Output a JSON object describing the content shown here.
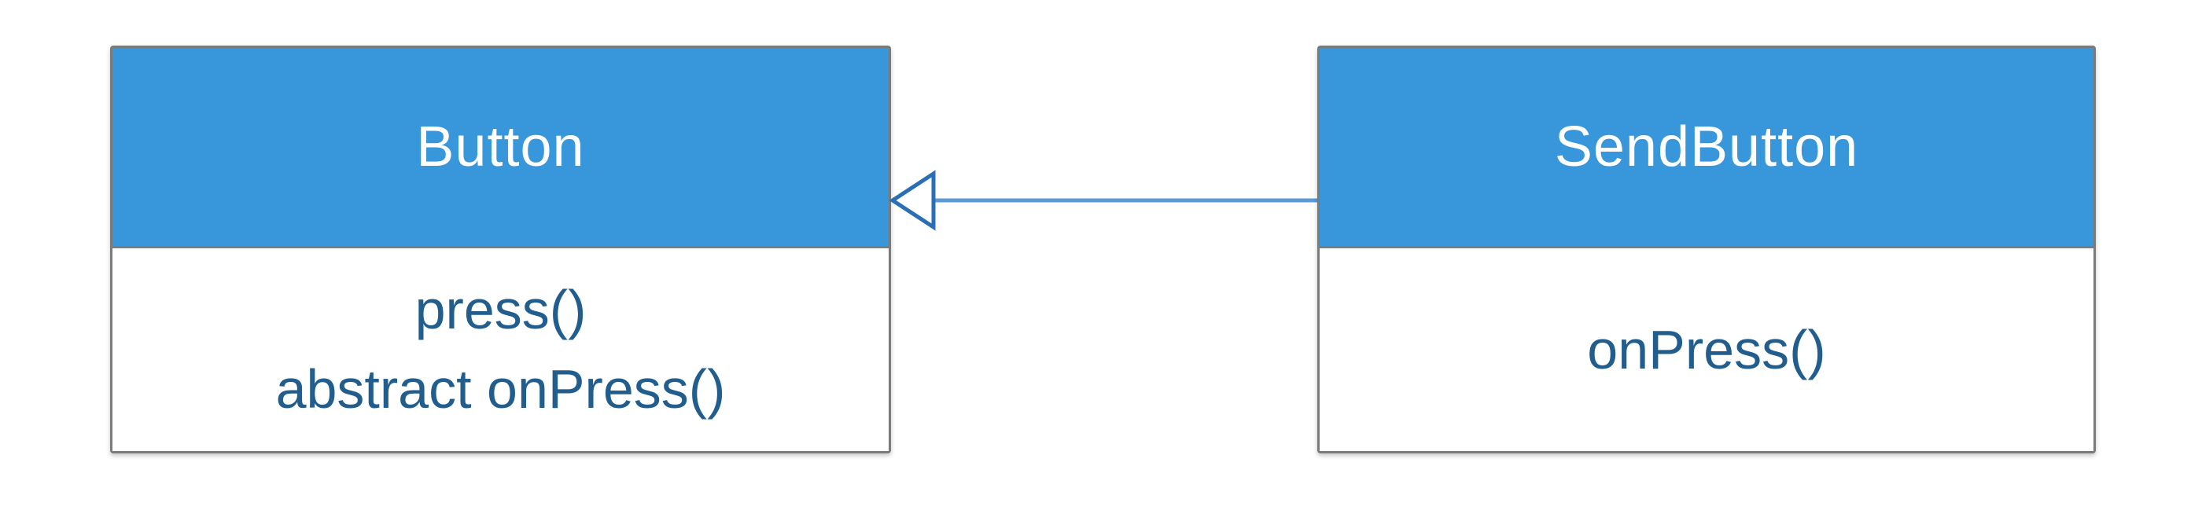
{
  "diagram": {
    "type": "uml-class-diagram",
    "classes": [
      {
        "name": "Button",
        "methods": [
          "press()",
          "abstract onPress()"
        ]
      },
      {
        "name": "SendButton",
        "methods": [
          "onPress()"
        ]
      }
    ],
    "relationship": {
      "type": "inheritance",
      "from": "SendButton",
      "to": "Button",
      "arrowhead": "hollow-triangle"
    },
    "colors": {
      "header_fill": "#3797da",
      "header_text": "#ffffff",
      "method_text": "#215e8d",
      "box_border": "#7b7b7b",
      "body_fill": "#ffffff",
      "connector_line": "#5b9bd5",
      "arrowhead_outline": "#2a6fb4",
      "arrowhead_fill": "#ffffff",
      "background": "#ffffff"
    }
  }
}
